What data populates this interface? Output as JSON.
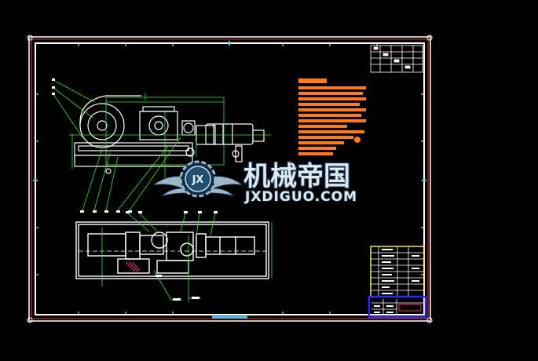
{
  "colors": {
    "background": "#000000",
    "frame_white": "#ffffff",
    "frame_red": "#e8322a",
    "linework": "#ffffff",
    "cyan": "#3ad0ff",
    "leader_green": "#38e638",
    "notes_orange": "#ff7a1a",
    "table_yellow": "#f5e642",
    "title_blue": "#2a2aff",
    "hatch_magenta": "#ff2a80",
    "watermark_steel": "#9fb6c8",
    "watermark_dark": "#0e2f4a"
  },
  "watermark": {
    "logo_text": "JX",
    "name_cn": "机械帝国",
    "site": "JXDIGUO.COM"
  }
}
